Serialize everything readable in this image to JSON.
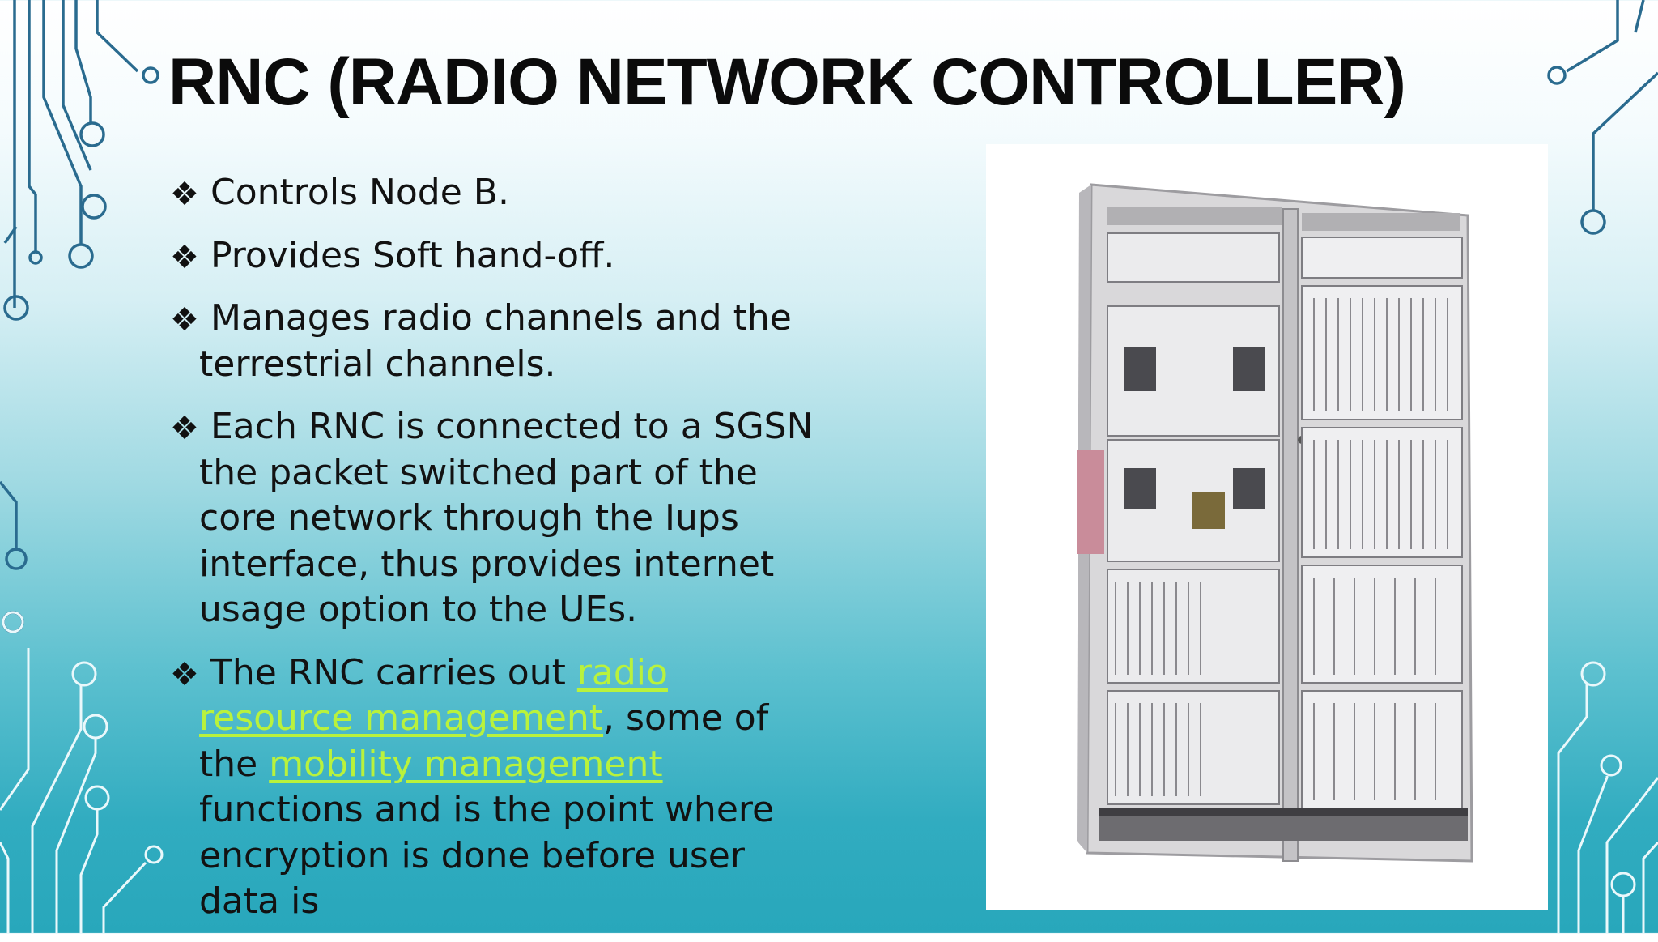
{
  "slide": {
    "title": "RNC (RADIO NETWORK CONTROLLER)",
    "bullet_icon": "diamond-cluster-icon",
    "bullets": [
      {
        "text": "Controls Node B."
      },
      {
        "text": "Provides Soft hand-off."
      },
      {
        "text": "Manages radio channels and the terrestrial channels."
      },
      {
        "text": "Each RNC is connected to a SGSN the packet switched part of the core network through the Iups interface, thus provides internet usage option to the UEs."
      },
      {
        "text_before": "The RNC carries out ",
        "link1": "radio resource management",
        "text_mid": ", some of the ",
        "link2": "mobility management",
        "text_after": " functions and is the point where encryption is done before user data is"
      }
    ],
    "image": {
      "name": "rnc-cabinet-photo"
    }
  },
  "colors": {
    "link": "#b9f23c",
    "circuit": "#1f5f85",
    "circuit_light": "#e8f7fb"
  }
}
